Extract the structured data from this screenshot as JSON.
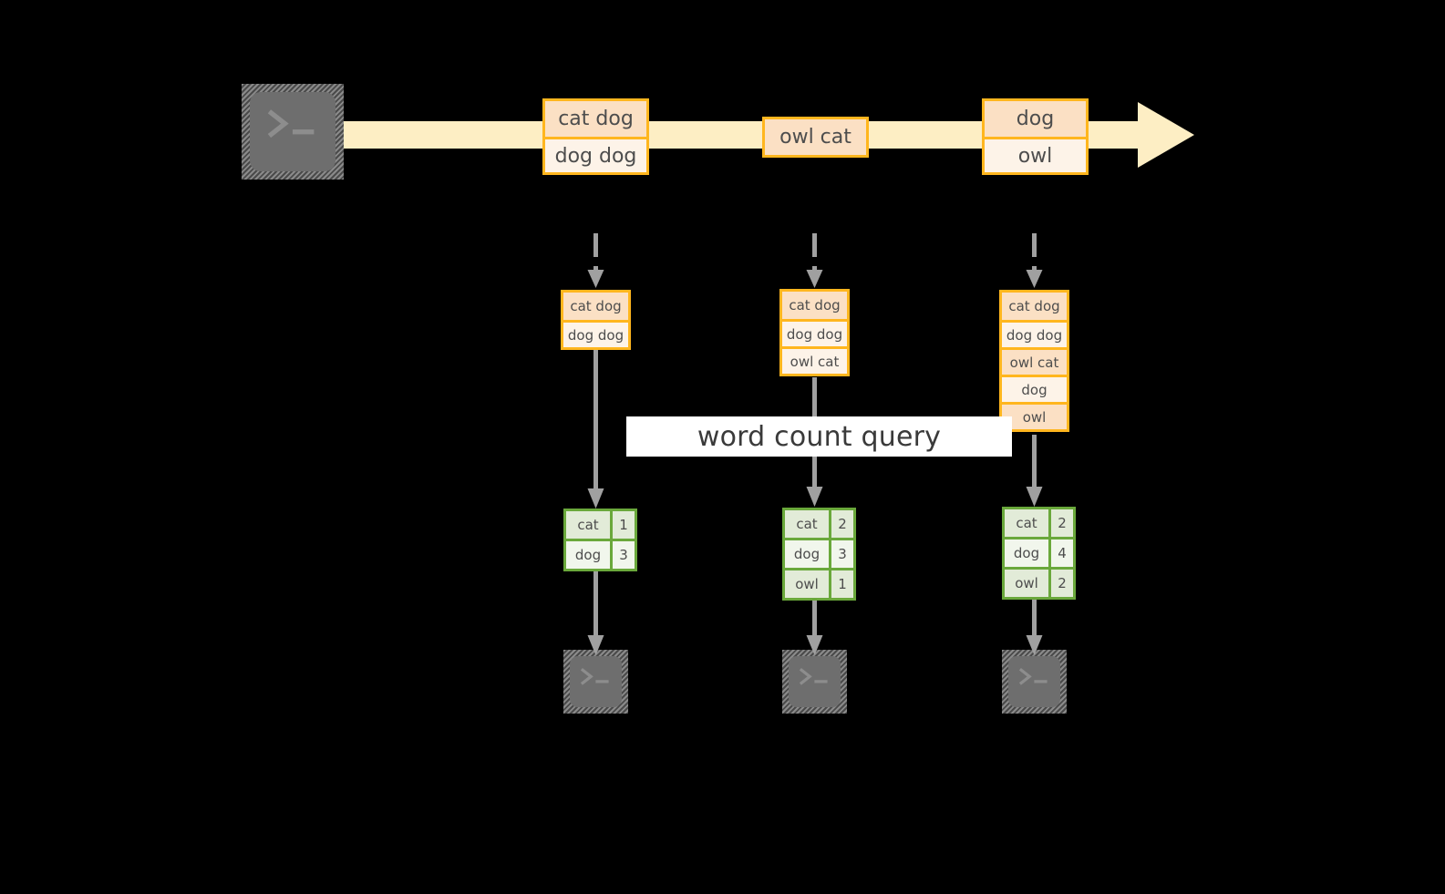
{
  "diagram": {
    "background_color": "#000000",
    "accent_orange": "#ffb61e",
    "accent_green": "#6aa83b",
    "connector_gray": "#a0a0a0",
    "stream_fill": "#fdeec4",
    "query_band_color": "#ffffff"
  },
  "source": {
    "icon": "terminal-icon",
    "glyph": ">_"
  },
  "stream": {
    "name": "event-stream-arrow",
    "records": [
      {
        "id": "record-group-1",
        "cells": [
          {
            "text": "cat dog",
            "shade": "a"
          },
          {
            "text": "dog dog",
            "shade": "b"
          }
        ]
      },
      {
        "id": "record-group-2",
        "cells": [
          {
            "text": "owl cat",
            "shade": "a"
          }
        ]
      },
      {
        "id": "record-group-3",
        "cells": [
          {
            "text": "dog",
            "shade": "a"
          },
          {
            "text": "owl",
            "shade": "b"
          }
        ]
      }
    ]
  },
  "query": {
    "label": "word count query"
  },
  "snapshots": [
    {
      "id": "snapshot-1",
      "input_cells": [
        {
          "text": "cat dog",
          "shade": "a"
        },
        {
          "text": "dog dog",
          "shade": "b"
        }
      ],
      "result_rows": [
        {
          "word": "cat",
          "count": "1",
          "shade": "a"
        },
        {
          "word": "dog",
          "count": "3",
          "shade": "b"
        }
      ],
      "sink_glyph": ">_"
    },
    {
      "id": "snapshot-2",
      "input_cells": [
        {
          "text": "cat dog",
          "shade": "a"
        },
        {
          "text": "dog dog",
          "shade": "b"
        },
        {
          "text": "owl cat",
          "shade": "b"
        }
      ],
      "result_rows": [
        {
          "word": "cat",
          "count": "2",
          "shade": "a"
        },
        {
          "word": "dog",
          "count": "3",
          "shade": "b"
        },
        {
          "word": "owl",
          "count": "1",
          "shade": "a"
        }
      ],
      "sink_glyph": ">_"
    },
    {
      "id": "snapshot-3",
      "input_cells": [
        {
          "text": "cat dog",
          "shade": "a"
        },
        {
          "text": "dog dog",
          "shade": "b"
        },
        {
          "text": "owl cat",
          "shade": "a"
        },
        {
          "text": "dog",
          "shade": "b"
        },
        {
          "text": "owl",
          "shade": "a"
        }
      ],
      "result_rows": [
        {
          "word": "cat",
          "count": "2",
          "shade": "a"
        },
        {
          "word": "dog",
          "count": "4",
          "shade": "b"
        },
        {
          "word": "owl",
          "count": "2",
          "shade": "a"
        }
      ],
      "sink_glyph": ">_"
    }
  ]
}
